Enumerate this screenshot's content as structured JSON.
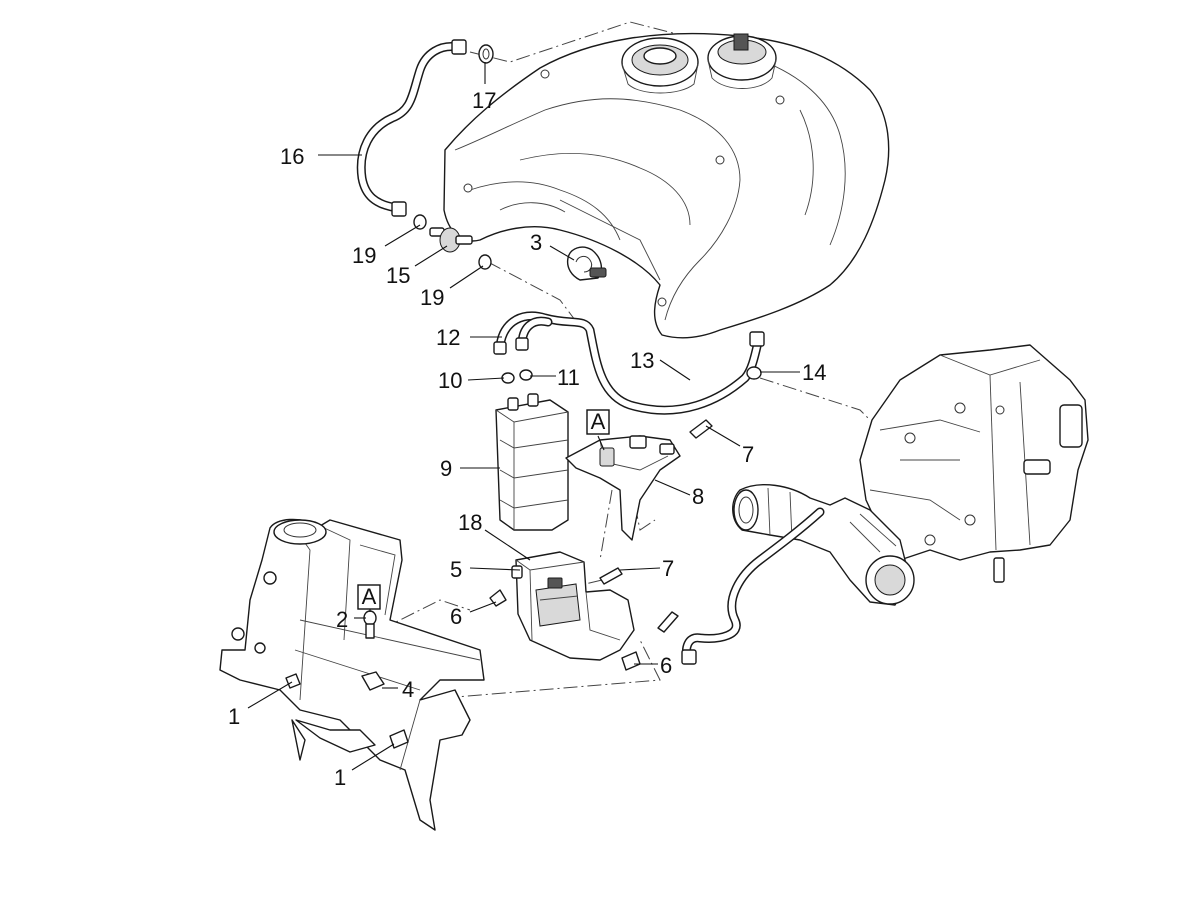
{
  "callouts": [
    {
      "id": "c16",
      "label": "16"
    },
    {
      "id": "c17",
      "label": "17"
    },
    {
      "id": "c19a",
      "label": "19"
    },
    {
      "id": "c15",
      "label": "15"
    },
    {
      "id": "c19b",
      "label": "19"
    },
    {
      "id": "c3",
      "label": "3"
    },
    {
      "id": "c12",
      "label": "12"
    },
    {
      "id": "c13",
      "label": "13"
    },
    {
      "id": "c14",
      "label": "14"
    },
    {
      "id": "c10",
      "label": "10"
    },
    {
      "id": "c11",
      "label": "11"
    },
    {
      "id": "c9",
      "label": "9"
    },
    {
      "id": "c7a",
      "label": "7"
    },
    {
      "id": "c8",
      "label": "8"
    },
    {
      "id": "c18",
      "label": "18"
    },
    {
      "id": "c5",
      "label": "5"
    },
    {
      "id": "c7b",
      "label": "7"
    },
    {
      "id": "c6a",
      "label": "6"
    },
    {
      "id": "c6b",
      "label": "6"
    },
    {
      "id": "c2",
      "label": "2"
    },
    {
      "id": "c4",
      "label": "4"
    },
    {
      "id": "c1a",
      "label": "1"
    },
    {
      "id": "c1b",
      "label": "1"
    }
  ],
  "reference_marks": [
    {
      "id": "refA1",
      "label": "A"
    },
    {
      "id": "refA2",
      "label": "A"
    }
  ],
  "icons": [
    "fuel-tank-icon",
    "carbon-canister-icon",
    "frame-icon",
    "engine-airbox-icon",
    "hose-icon",
    "bracket-icon"
  ]
}
